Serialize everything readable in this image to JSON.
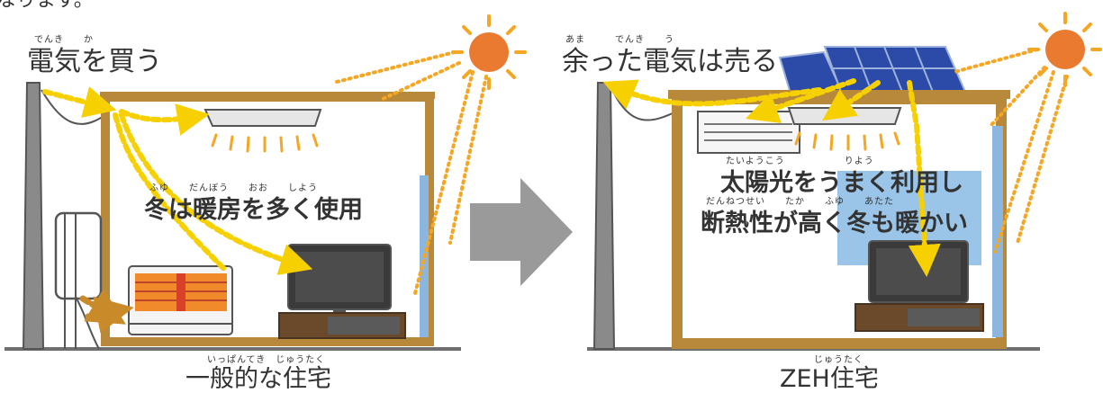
{
  "top_fragment": "なります。",
  "left": {
    "buy_ruby": "でんき　　か",
    "buy_label": "電気を買う",
    "winter_ruby": "ふゆ　　だんぼう　　おお　　しよう",
    "winter_label": "冬は暖房を多く使用",
    "caption_ruby": "いっぱんてき　じゅうたく",
    "caption": "一般的な住宅"
  },
  "right": {
    "sell_ruby": "あま　　　でんき　　う",
    "sell_label": "余った電気は売る",
    "solar_ruby": "たいようこう　　　　　　りよう",
    "solar_label": "太陽光をうまく利用し",
    "insul_ruby": "だんねつせい　　たか　　ふゆ　　あたた",
    "insul_label": "断熱性が高く冬も暖かい",
    "caption_ruby": "じゅうたく",
    "caption": "ZEH住宅"
  },
  "colors": {
    "house_frame": "#b8893a",
    "arrow": "#f6d000",
    "sun": "#ea7a30",
    "sun_rays": "#f5a623",
    "panel": "#2c4aa8",
    "pole": "#8a8a8a",
    "transition_arrow": "#9a9a9a",
    "window": "#8ab6e0"
  }
}
